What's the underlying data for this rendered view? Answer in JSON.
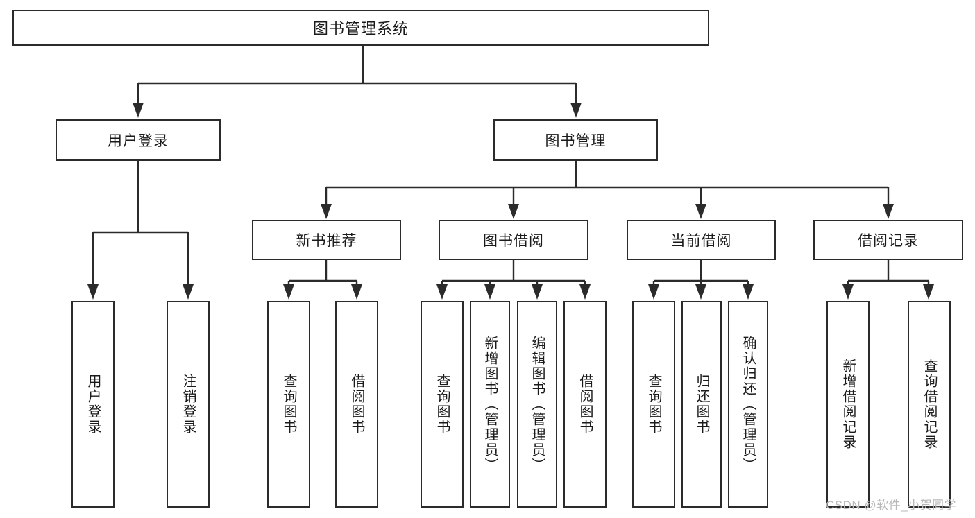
{
  "diagram": {
    "type": "tree",
    "title": "图书管理系统",
    "watermark": "CSDN @软件_小贺同学",
    "root": {
      "label": "图书管理系统"
    },
    "level2": [
      {
        "label": "用户登录"
      },
      {
        "label": "图书管理"
      }
    ],
    "level3": [
      {
        "label": "新书推荐"
      },
      {
        "label": "图书借阅"
      },
      {
        "label": "当前借阅"
      },
      {
        "label": "借阅记录"
      }
    ],
    "leaves": [
      {
        "label": "用户登录",
        "parent": "用户登录"
      },
      {
        "label": "注销登录",
        "parent": "用户登录"
      },
      {
        "label": "查询图书",
        "parent": "新书推荐"
      },
      {
        "label": "借阅图书",
        "parent": "新书推荐"
      },
      {
        "label": "查询图书",
        "parent": "图书借阅"
      },
      {
        "label": "新增图书（管理员）",
        "parent": "图书借阅"
      },
      {
        "label": "编辑图书（管理员）",
        "parent": "图书借阅"
      },
      {
        "label": "借阅图书",
        "parent": "图书借阅"
      },
      {
        "label": "查询图书",
        "parent": "当前借阅"
      },
      {
        "label": "归还图书",
        "parent": "当前借阅"
      },
      {
        "label": "确认归还（管理员）",
        "parent": "当前借阅"
      },
      {
        "label": "新增借阅记录",
        "parent": "借阅记录"
      },
      {
        "label": "查询借阅记录",
        "parent": "借阅记录"
      }
    ],
    "colors": {
      "stroke": "#2b2b2b",
      "background": "#ffffff",
      "text": "#1a1a1a",
      "watermark": "#b9b9b9"
    }
  }
}
